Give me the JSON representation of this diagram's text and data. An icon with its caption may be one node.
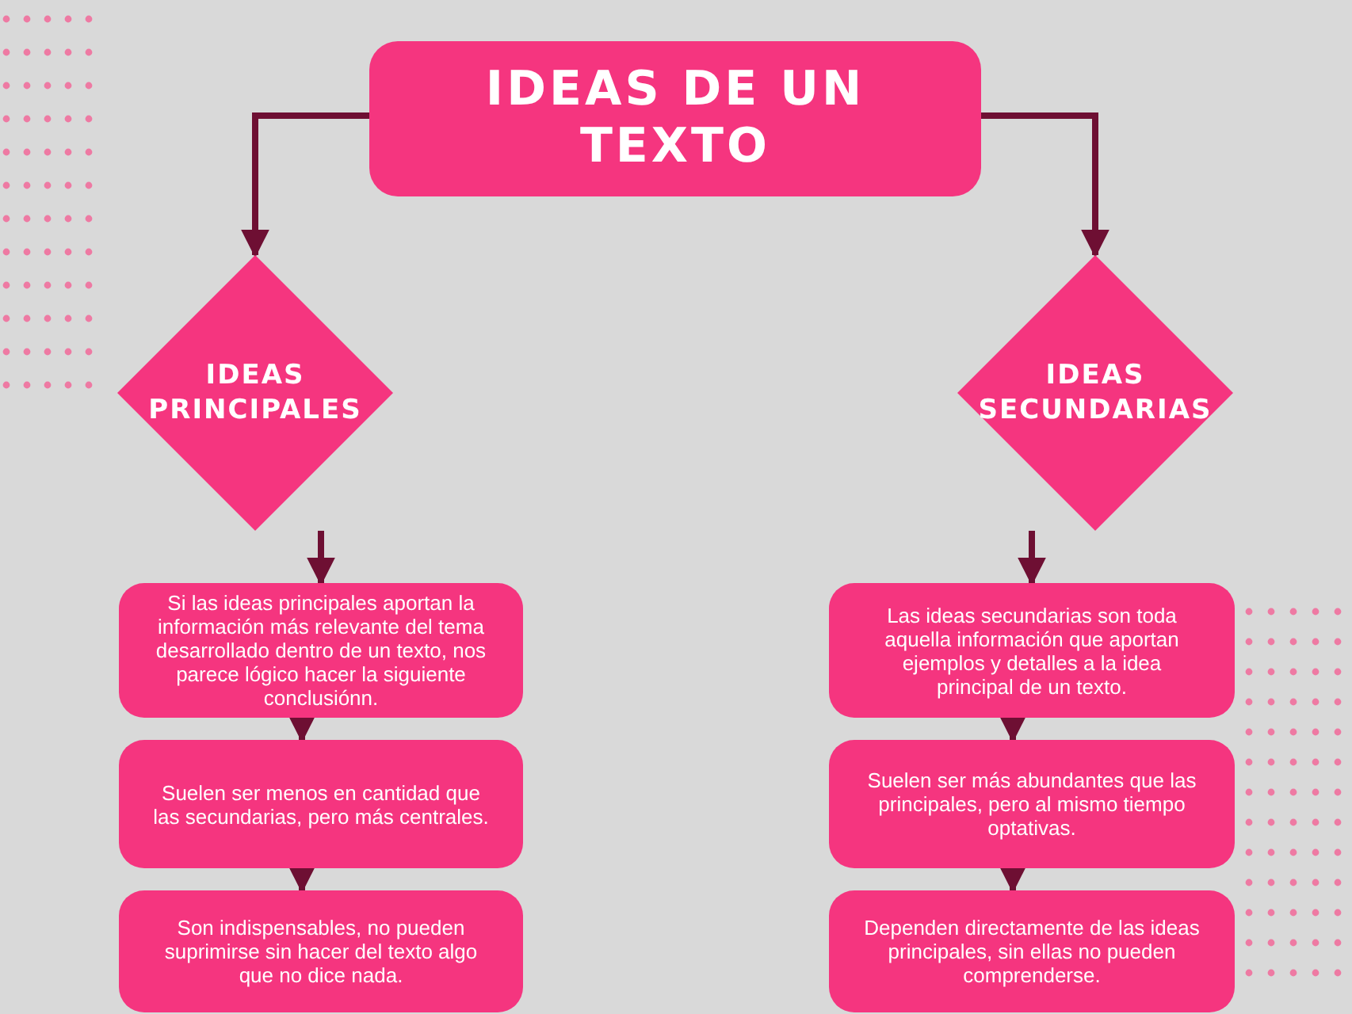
{
  "diagram": {
    "nodes": [
      {
        "text": [
          "IDEAS DE UN TEXTO"
        ]
      },
      {
        "text": [
          "IDEAS PRINCIPALES"
        ]
      },
      {
        "text": [
          "IDEAS SECUNDARIAS"
        ]
      },
      {
        "text": [
          "Si las ideas principales aportan la información más relevante del tema desarrollado dentro de un texto, nos parece lógico hacer la siguiente conclusiónn."
        ]
      },
      {
        "text": [
          "Suelen ser menos en cantidad que las secundarias, pero más centrales."
        ]
      },
      {
        "text": [
          "Son indispensables, no pueden suprimirse sin hacer del texto algo que no dice nada."
        ]
      },
      {
        "text": [
          "Las ideas secundarias son toda aquella información que aportan ejemplos y detalles a la idea principal de un texto."
        ]
      },
      {
        "text": [
          "Suelen ser más abundantes que las principales, pero al mismo tiempo optativas."
        ]
      },
      {
        "text": [
          "Dependen directamente de las ideas principales, sin ellas no pueden comprenderse."
        ]
      }
    ],
    "edges": [
      {
        "from": 0,
        "to": 1,
        "arrow": "to"
      },
      {
        "from": 0,
        "to": 2,
        "arrow": "to"
      },
      {
        "from": 1,
        "to": 3,
        "arrow": "to"
      },
      {
        "from": 3,
        "to": 4,
        "arrow": "to"
      },
      {
        "from": 4,
        "to": 5,
        "arrow": "to"
      },
      {
        "from": 2,
        "to": 6,
        "arrow": "to"
      },
      {
        "from": 6,
        "to": 7,
        "arrow": "to"
      },
      {
        "from": 7,
        "to": 8,
        "arrow": "to"
      }
    ]
  }
}
